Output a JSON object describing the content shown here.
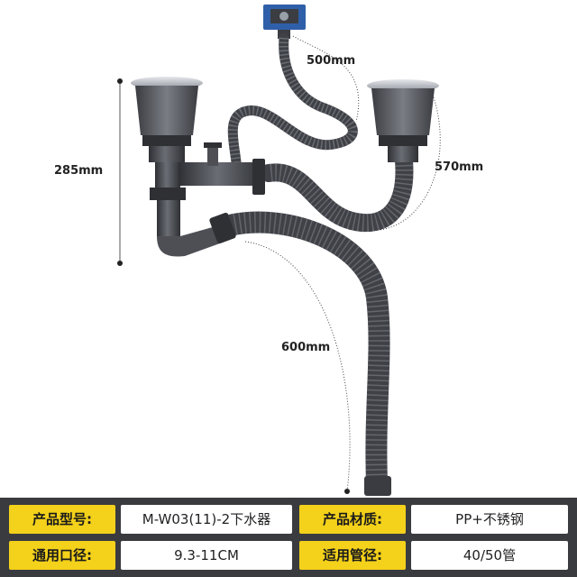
{
  "dimensions": {
    "height_left": "285mm",
    "hose_top": "500mm",
    "hose_right": "570mm",
    "hose_main": "600mm"
  },
  "specs": [
    {
      "label": "产品型号:",
      "value": "M-W03(11)-2下水器"
    },
    {
      "label": "产品材质:",
      "value": "PP+不锈钢"
    },
    {
      "label": "通用口径:",
      "value": "9.3-11CM"
    },
    {
      "label": "适用管径:",
      "value": "40/50管"
    }
  ],
  "colors": {
    "pipe": "#4d4f55",
    "pipe_dark": "#2e3034",
    "accent_label": "#f4d11a",
    "panel_bg": "#3a3b3f",
    "overflow_blue": "#2f5fa8"
  }
}
